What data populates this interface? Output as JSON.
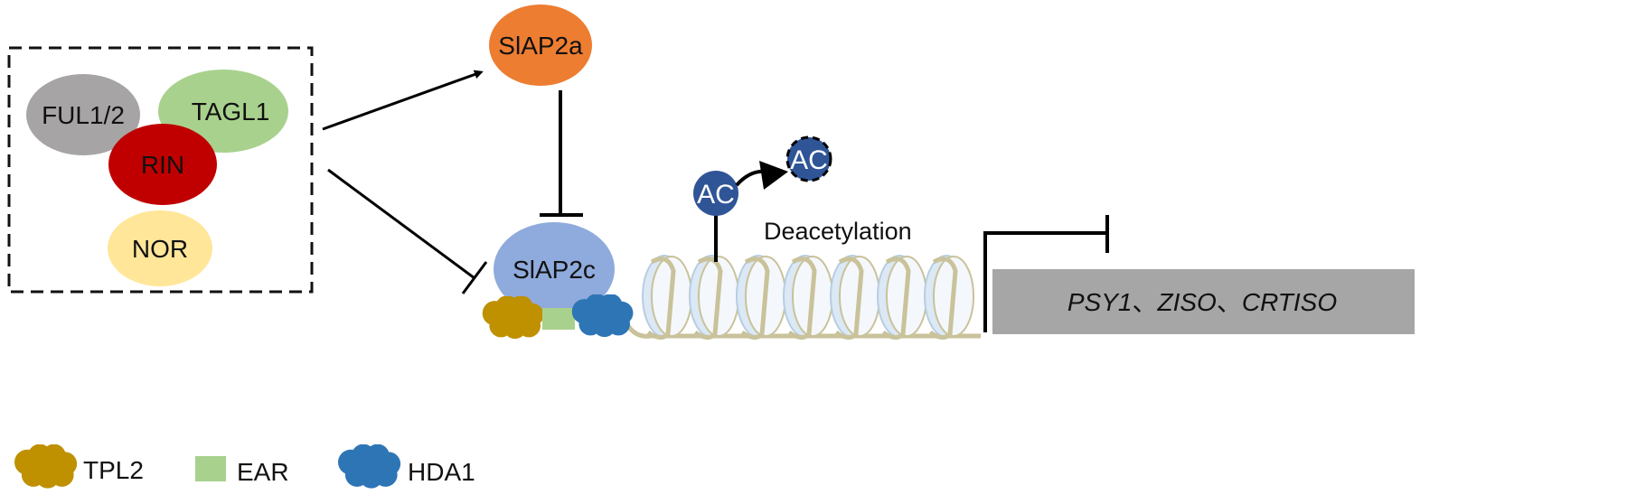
{
  "complex": {
    "ful": "FUL1/2",
    "tagl": "TAGL1",
    "rin": "RIN",
    "nor": "NOR"
  },
  "nodes": {
    "siap2a": "SlAP2a",
    "siap2c": "SlAP2c",
    "ac1": "AC",
    "ac2": "AC"
  },
  "process_label": "Deacetylation",
  "target_genes": {
    "g1": "PSY1",
    "sep1": "、",
    "g2": "ZISO",
    "sep2": "、",
    "g3": "CRTISO"
  },
  "legend": {
    "tpl2": "TPL2",
    "ear": "EAR",
    "hda1": "HDA1"
  },
  "colors": {
    "ful": "#a6a4a4",
    "tagl": "#a9d18e",
    "rin": "#c00000",
    "nor": "#ffe699",
    "siap2a": "#ed7d31",
    "siap2c": "#8faadc",
    "tpl2": "#bf9000",
    "ear": "#a9d18e",
    "hda1": "#2e75b6",
    "ac": "#2f5597",
    "gene_box": "#a6a6a6",
    "chromatin": "#c9c29a"
  }
}
